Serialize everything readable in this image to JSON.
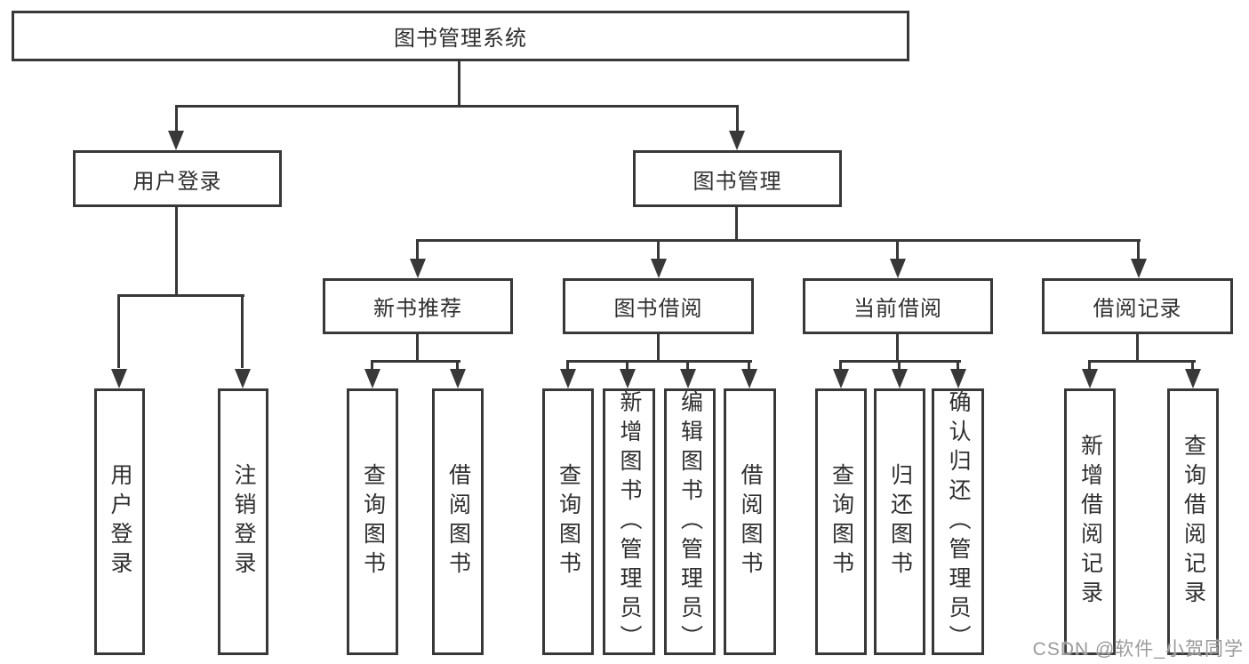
{
  "tree": {
    "root": {
      "label": "图书管理系统"
    },
    "children": [
      {
        "label": "用户登录",
        "children": [
          {
            "label": "用户登录"
          },
          {
            "label": "注销登录"
          }
        ]
      },
      {
        "label": "图书管理",
        "children": [
          {
            "label": "新书推荐",
            "children": [
              {
                "label": "查询图书"
              },
              {
                "label": "借阅图书"
              }
            ]
          },
          {
            "label": "图书借阅",
            "children": [
              {
                "label": "查询图书"
              },
              {
                "label": "新增图书（管理员）"
              },
              {
                "label": "编辑图书（管理员）"
              },
              {
                "label": "借阅图书"
              }
            ]
          },
          {
            "label": "当前借阅",
            "children": [
              {
                "label": "查询图书"
              },
              {
                "label": "归还图书"
              },
              {
                "label": "确认归还（管理员）"
              }
            ]
          },
          {
            "label": "借阅记录",
            "children": [
              {
                "label": "新增借阅记录"
              },
              {
                "label": "查询借阅记录"
              }
            ]
          }
        ]
      }
    ]
  },
  "watermark": {
    "text": "CSDN @软件_小贺同学"
  },
  "colors": {
    "line": "#383838",
    "text": "#2f2f2f",
    "watermark": "#9b9b9b",
    "background": "#ffffff"
  }
}
